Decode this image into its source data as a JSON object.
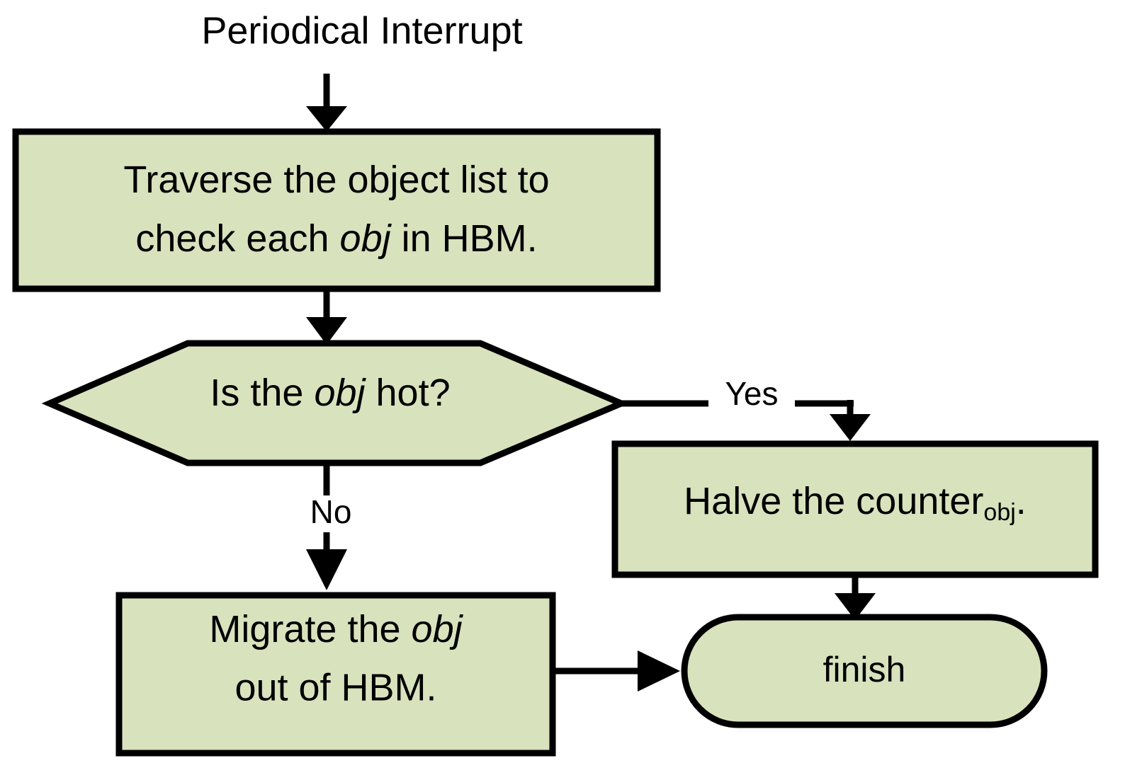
{
  "diagram": {
    "title": "Periodical Interrupt",
    "background_color": "#ffffff",
    "shape_fill_color": "#d8e2bd",
    "shape_stroke_color": "#000000",
    "nodes": {
      "entry_label": "Periodical Interrupt",
      "traverse": {
        "line1_a": "Traverse the object list to",
        "line2_a": "check each ",
        "line2_italic": "obj",
        "line2_b": " in HBM."
      },
      "decision": {
        "text_a": "Is the ",
        "text_italic": "obj",
        "text_b": " hot?"
      },
      "halve": {
        "text_a": "Halve the counter",
        "subscript": "obj",
        "text_b": "."
      },
      "migrate": {
        "line1_a": "Migrate the ",
        "line1_italic": "obj",
        "line2": "out of HBM."
      },
      "finish": {
        "label": "finish"
      }
    },
    "edges": {
      "yes_label": "Yes",
      "no_label": "No"
    }
  }
}
